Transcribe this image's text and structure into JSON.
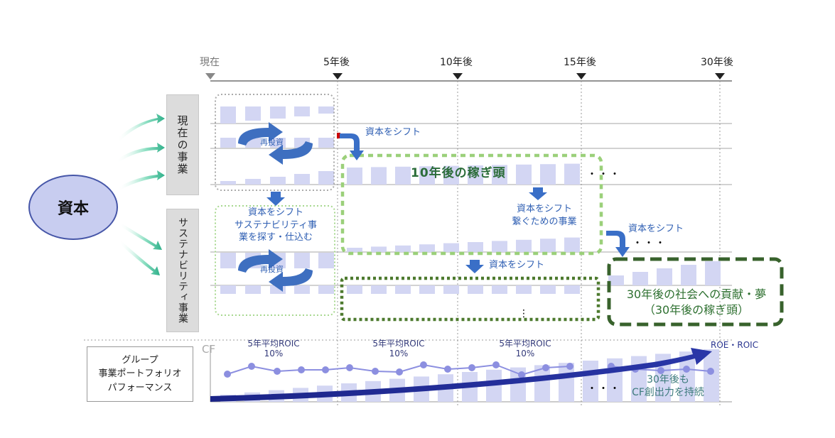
{
  "timeline": {
    "labels": [
      "現在",
      "5年後",
      "10年後",
      "15年後",
      "30年後"
    ]
  },
  "capital": "資本",
  "rows": {
    "current_business": "現在の事業",
    "sustainability_business": "サステナビリティ事業"
  },
  "reinvest": "再投資",
  "shift": "資本をシフト",
  "find_sustainability": [
    "資本をシフト",
    "サステナビリティ事",
    "業を探す・仕込む"
  ],
  "earn_10": "10年後の稼ぎ頭",
  "bridge_business": [
    "資本をシフト",
    "繋ぐための事業"
  ],
  "dream_30": [
    "30年後の社会への貢献・夢",
    "（30年後の稼ぎ頭）"
  ],
  "ellipsis": "・・・",
  "ellipsis_vertical": "⋮",
  "group_box": [
    "グループ",
    "事業ポートフォリオ",
    "パフォーマンス"
  ],
  "cf_label": "CF",
  "roic_label": [
    "5年平均ROIC",
    "10%"
  ],
  "roe_roic": "ROE・ROIC",
  "cf_sustain": [
    "30年後も",
    "CF創出力を持続"
  ],
  "colors": {
    "bar": "#d3d6f3",
    "capital_fill": "#c8cdf0",
    "navy": "#1f2a8a",
    "blue_arrow": "#3a6fc7",
    "light_green": "#9bd07a",
    "dark_green": "#38622c",
    "teal_arrow": "#3fbf9e"
  }
}
